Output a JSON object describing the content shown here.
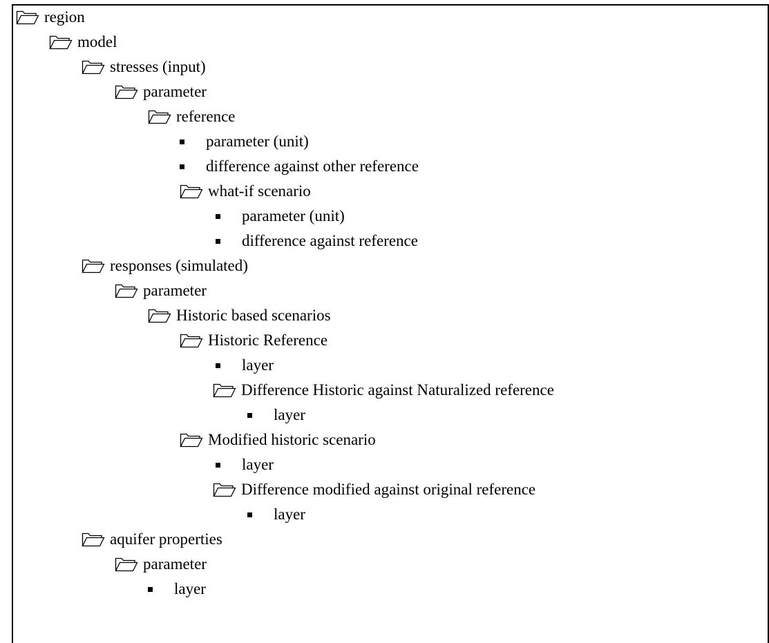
{
  "tree": {
    "nodes": [
      {
        "type": "folder",
        "icon": "folder-open-icon",
        "label": "region"
      },
      {
        "type": "folder",
        "icon": "folder-open-icon",
        "label": "model"
      },
      {
        "type": "folder",
        "icon": "folder-open-icon",
        "label": "stresses (input)"
      },
      {
        "type": "folder",
        "icon": "folder-open-icon",
        "label": "parameter"
      },
      {
        "type": "folder",
        "icon": "folder-open-icon",
        "label": "reference"
      },
      {
        "type": "item",
        "icon": "bullet-icon",
        "label": "parameter (unit)"
      },
      {
        "type": "item",
        "icon": "bullet-icon",
        "label": "difference against other reference"
      },
      {
        "type": "folder",
        "icon": "folder-open-icon",
        "label": "what-if scenario"
      },
      {
        "type": "item",
        "icon": "bullet-icon",
        "label": "parameter (unit)"
      },
      {
        "type": "item",
        "icon": "bullet-icon",
        "label": "difference against reference"
      },
      {
        "type": "folder",
        "icon": "folder-open-icon",
        "label": "responses (simulated)"
      },
      {
        "type": "folder",
        "icon": "folder-open-icon",
        "label": "parameter"
      },
      {
        "type": "folder",
        "icon": "folder-open-icon",
        "label": "Historic based scenarios"
      },
      {
        "type": "folder",
        "icon": "folder-open-icon",
        "label": "Historic Reference"
      },
      {
        "type": "item",
        "icon": "bullet-icon",
        "label": "layer"
      },
      {
        "type": "folder",
        "icon": "folder-open-icon",
        "label": "Difference Historic against Naturalized reference"
      },
      {
        "type": "item",
        "icon": "bullet-icon",
        "label": "layer"
      },
      {
        "type": "folder",
        "icon": "folder-open-icon",
        "label": "Modified historic scenario"
      },
      {
        "type": "item",
        "icon": "bullet-icon",
        "label": "layer"
      },
      {
        "type": "folder",
        "icon": "folder-open-icon",
        "label": "Difference modified against original reference"
      },
      {
        "type": "item",
        "icon": "bullet-icon",
        "label": "layer"
      },
      {
        "type": "folder",
        "icon": "folder-open-icon",
        "label": "aquifer properties"
      },
      {
        "type": "folder",
        "icon": "folder-open-icon",
        "label": "parameter"
      },
      {
        "type": "item",
        "icon": "bullet-icon",
        "label": "layer"
      }
    ]
  }
}
